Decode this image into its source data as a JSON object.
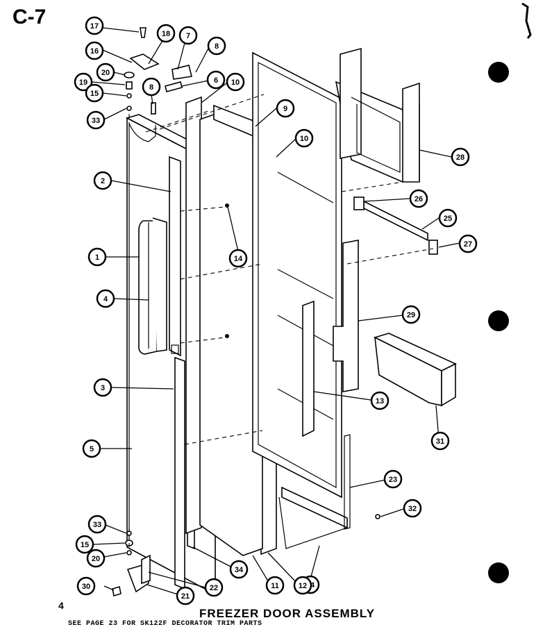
{
  "page_code": "C-7",
  "page_number": "4",
  "title": "FREEZER DOOR ASSEMBLY",
  "note": "SEE PAGE 23 FOR SK122F DECORATOR TRIM PARTS",
  "callouts": [
    {
      "id": "c17",
      "label": "17"
    },
    {
      "id": "c18",
      "label": "18"
    },
    {
      "id": "c7",
      "label": "7"
    },
    {
      "id": "c8a",
      "label": "8"
    },
    {
      "id": "c16",
      "label": "16"
    },
    {
      "id": "c20",
      "label": "20"
    },
    {
      "id": "c6",
      "label": "6"
    },
    {
      "id": "c10a",
      "label": "10"
    },
    {
      "id": "c19",
      "label": "19"
    },
    {
      "id": "c15a",
      "label": "15"
    },
    {
      "id": "c8b",
      "label": "8"
    },
    {
      "id": "c33a",
      "label": "33"
    },
    {
      "id": "c9",
      "label": "9"
    },
    {
      "id": "c10b",
      "label": "10"
    },
    {
      "id": "c28",
      "label": "28"
    },
    {
      "id": "c2",
      "label": "2"
    },
    {
      "id": "c26",
      "label": "26"
    },
    {
      "id": "c25",
      "label": "25"
    },
    {
      "id": "c1",
      "label": "1"
    },
    {
      "id": "c14",
      "label": "14"
    },
    {
      "id": "c27",
      "label": "27"
    },
    {
      "id": "c4",
      "label": "4"
    },
    {
      "id": "c29",
      "label": "29"
    },
    {
      "id": "c3",
      "label": "3"
    },
    {
      "id": "c13",
      "label": "13"
    },
    {
      "id": "c5",
      "label": "5"
    },
    {
      "id": "c31",
      "label": "31"
    },
    {
      "id": "c23",
      "label": "23"
    },
    {
      "id": "c32",
      "label": "32"
    },
    {
      "id": "c33b",
      "label": "33"
    },
    {
      "id": "c15b",
      "label": "15"
    },
    {
      "id": "c20b",
      "label": "20"
    },
    {
      "id": "c34",
      "label": "34"
    },
    {
      "id": "c24",
      "label": "24"
    },
    {
      "id": "c22",
      "label": "22"
    },
    {
      "id": "c30",
      "label": "30"
    },
    {
      "id": "c21",
      "label": "21"
    },
    {
      "id": "c11",
      "label": "11"
    },
    {
      "id": "c12",
      "label": "12"
    }
  ]
}
